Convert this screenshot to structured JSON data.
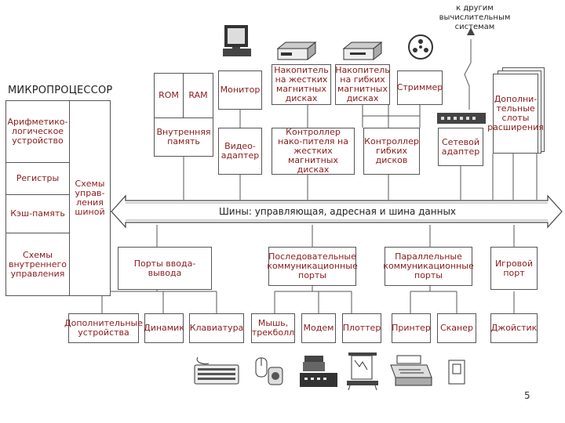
{
  "cpu": {
    "title": "МИКРОПРОЦЕССОР",
    "alu": "Арифметико-логическое устройство",
    "registers": "Регистры",
    "cache": "Кэш-память",
    "internal_control": "Схемы внутреннего управления",
    "bus_control": "Схемы управ-ления шиной"
  },
  "memory": {
    "rom": "ROM",
    "ram": "RAM",
    "internal": "Внутренняя память"
  },
  "top_devices": {
    "monitor": "Монитор",
    "hdd": "Накопитель на жестких магнитных дисках",
    "fdd": "Накопитель на гибких магнитных дисках",
    "streamer": "Стриммер",
    "slots": "Дополни-тельные слоты расширения",
    "other_systems": "к другим вычислительным системам"
  },
  "controllers": {
    "video": "Видео-адаптер",
    "hdd_ctrl": "Контроллер нако-пителя на жестких магнитных дисках",
    "fdd_ctrl": "Контроллер гибких дисков",
    "network": "Сетевой адаптер"
  },
  "bus": {
    "label": "Шины: управляющая, адресная и шина данных"
  },
  "ports": {
    "io": "Порты ввода-вывода",
    "serial": "Последовательные коммуникационные порты",
    "parallel": "Параллельные коммуникационные порты",
    "game": "Игровой порт"
  },
  "peripherals": {
    "extra": "Дополнительные устройства",
    "speaker": "Динамик",
    "keyboard": "Клавиатура",
    "mouse": "Мышь, трекболл",
    "modem": "Модем",
    "plotter": "Плоттер",
    "printer": "Принтер",
    "scanner": "Сканер",
    "joystick": "Джойстик"
  },
  "page": {
    "number": "5"
  }
}
